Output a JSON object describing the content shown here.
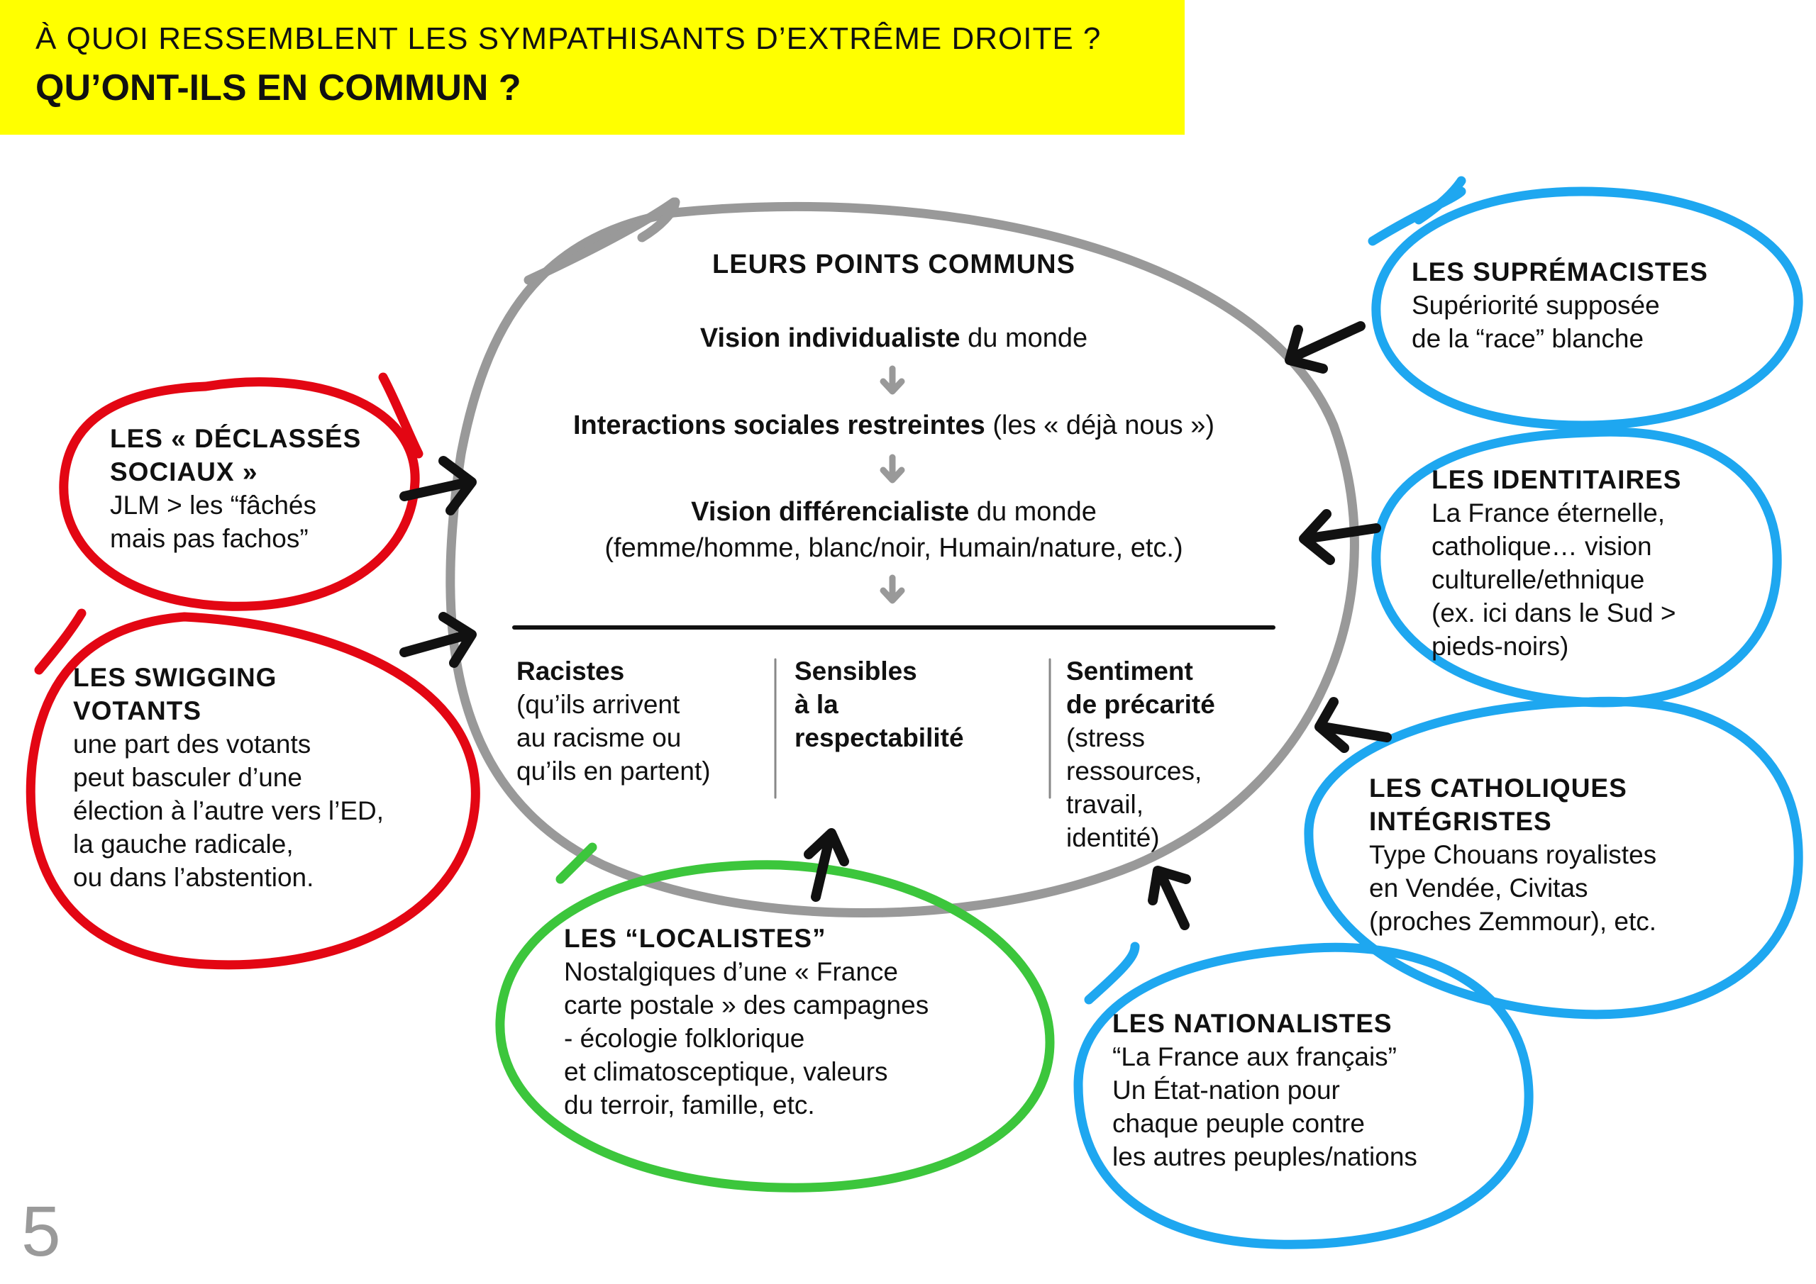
{
  "header": {
    "title_line1": "À QUOI RESSEMBLENT LES SYMPATHISANTS D’EXTRÊME DROITE ?",
    "title_line2": "QU’ONT-ILS EN COMMUN ?"
  },
  "colors": {
    "header_bg": "#ffff00",
    "red": "#e30613",
    "blue": "#1ea7f0",
    "green": "#3cc63c",
    "gray": "#999999",
    "arrow": "#111111"
  },
  "center": {
    "heading": "LEURS POINTS COMMUNS",
    "line1_bold": "Vision individualiste",
    "line1_rest": " du monde",
    "line2_bold": "Interactions sociales restreintes",
    "line2_rest": " (les « déjà nous »)",
    "line3_bold": "Vision différencialiste",
    "line3_rest": " du monde",
    "line4": "(femme/homme, blanc/noir, Humain/nature, etc.)",
    "columns": [
      {
        "title": "Racistes",
        "text": "(qu’ils arrivent\nau racisme ou\nqu’ils en partent)"
      },
      {
        "title": "Sensibles\nà la\nrespectabilité",
        "text": ""
      },
      {
        "title": "Sentiment\nde précarité",
        "text": "(stress\nressources,\ntravail,\nidentité)"
      }
    ]
  },
  "groups": {
    "declasses": {
      "title": "LES « DÉCLASSÉS\nSOCIAUX »",
      "text": "JLM > les “fâchés\nmais pas fachos”",
      "color": "red"
    },
    "swigging": {
      "title": "LES SWIGGING\nVOTANTS",
      "text": "une part des votants\npeut basculer d’une\nélection à l’autre vers l’ED,\nla gauche radicale,\nou dans l’abstention.",
      "color": "red"
    },
    "localistes": {
      "title": "LES “LOCALISTES”",
      "text": "Nostalgiques d’une « France\ncarte postale » des campagnes\n- écologie folklorique\net climatosceptique, valeurs\ndu terroir, famille, etc.",
      "color": "green"
    },
    "supremacistes": {
      "title": "LES SUPRÉMACISTES",
      "text": "Supériorité supposée\nde la “race” blanche",
      "color": "blue"
    },
    "identitaires": {
      "title": "LES IDENTITAIRES",
      "text": "La France éternelle,\ncatholique… vision\nculturelle/ethnique\n(ex. ici dans le Sud >\npieds-noirs)",
      "color": "blue"
    },
    "catholiques": {
      "title": "LES CATHOLIQUES\nINTÉGRISTES",
      "text": "Type Chouans royalistes\nen Vendée, Civitas\n(proches Zemmour), etc.",
      "color": "blue"
    },
    "nationalistes": {
      "title": "LES NATIONALISTES",
      "text": "“La France aux français”\nUn État-nation pour\nchaque peuple contre\nles autres peuples/nations",
      "color": "blue"
    }
  },
  "page_number": "5"
}
